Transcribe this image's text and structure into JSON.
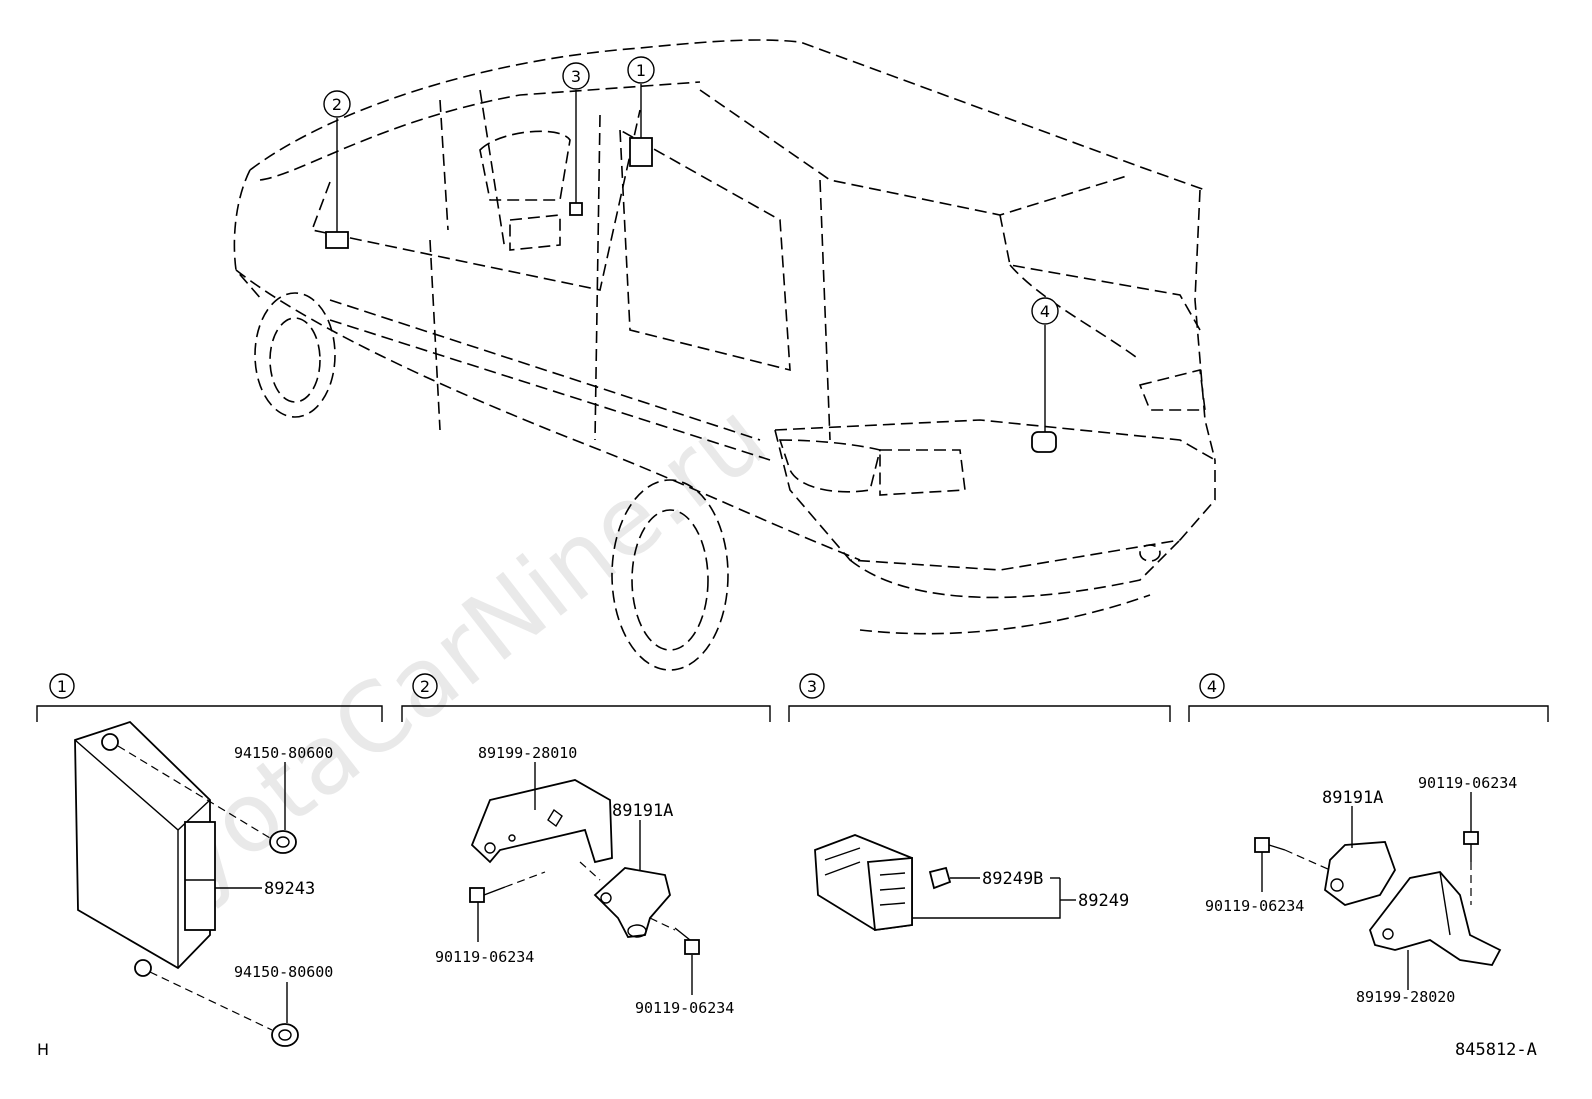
{
  "watermark": "ToyotaCarNine.ru",
  "overview": {
    "callouts": [
      "1",
      "2",
      "3",
      "4"
    ]
  },
  "sections": [
    {
      "number": "1",
      "parts": [
        "94150-80600",
        "89243",
        "94150-80600"
      ]
    },
    {
      "number": "2",
      "parts": [
        "89199-28010",
        "89191A",
        "90119-06234",
        "90119-06234"
      ]
    },
    {
      "number": "3",
      "parts": [
        "89249B",
        "89249"
      ]
    },
    {
      "number": "4",
      "parts": [
        "89191A",
        "90119-06234",
        "90119-06234",
        "89199-28020"
      ]
    }
  ],
  "footer": {
    "left_code": "H",
    "diagram_id": "845812-A"
  }
}
